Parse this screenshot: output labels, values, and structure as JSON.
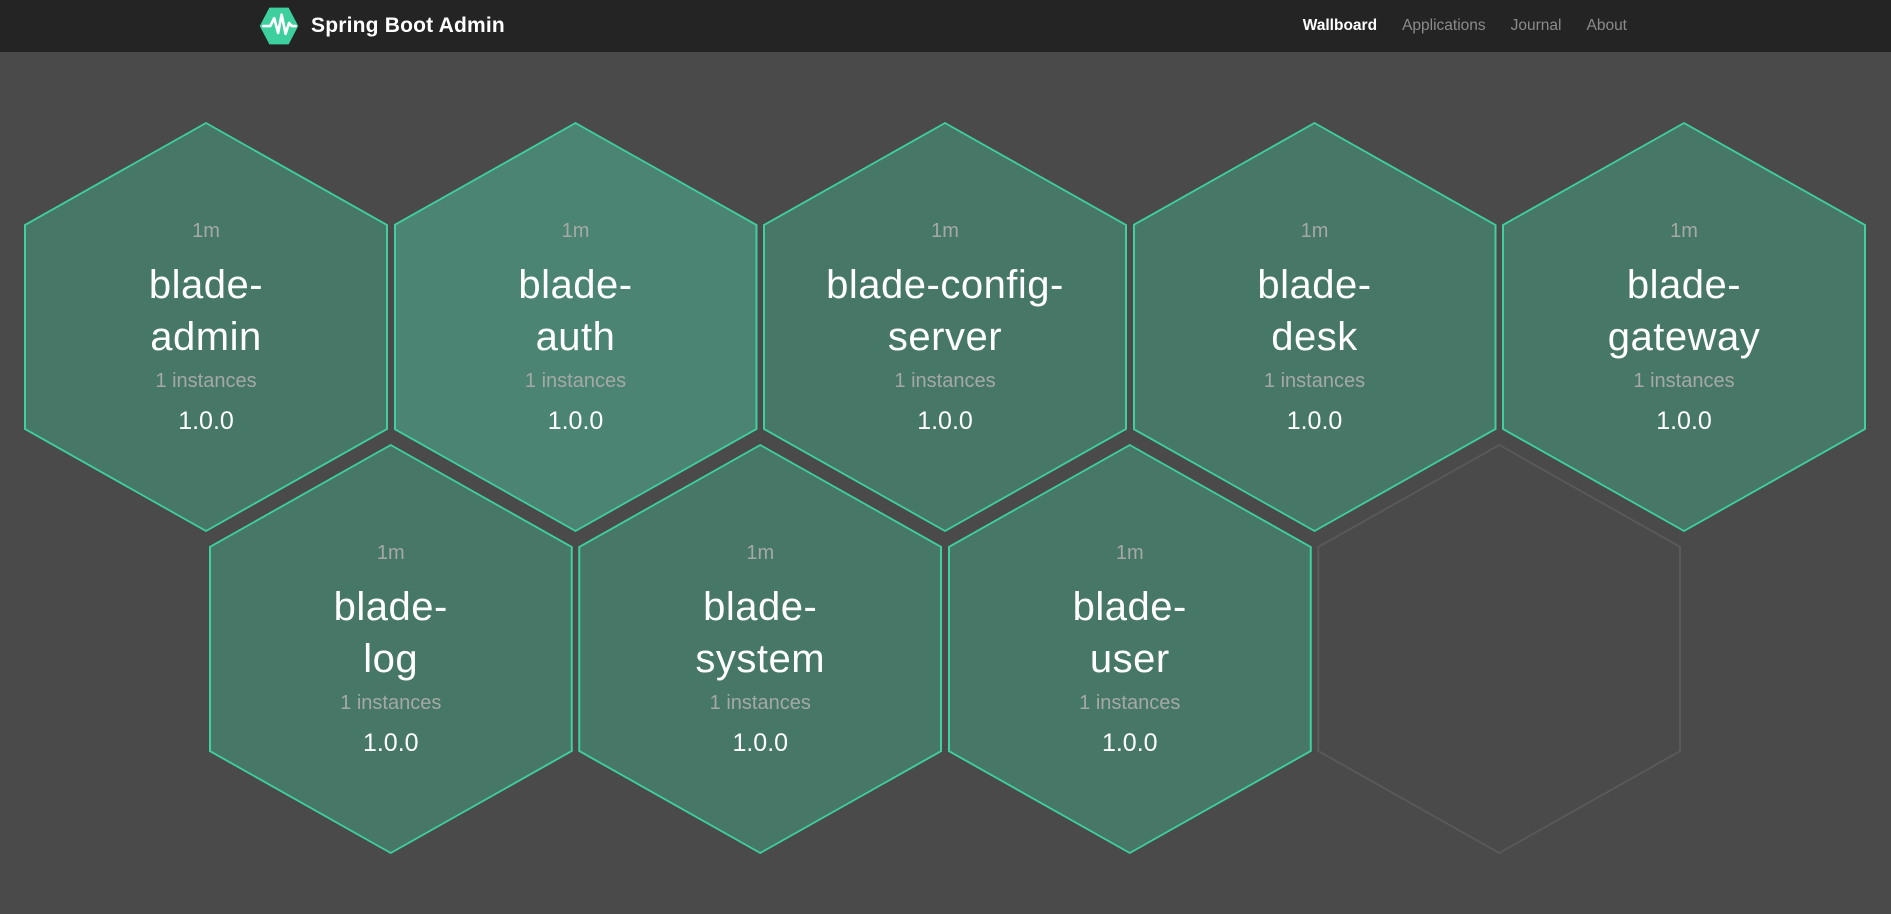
{
  "navbar": {
    "brand": "Spring Boot Admin",
    "items": [
      {
        "label": "Wallboard",
        "active": true
      },
      {
        "label": "Applications",
        "active": false
      },
      {
        "label": "Journal",
        "active": false
      },
      {
        "label": "About",
        "active": false
      }
    ]
  },
  "wallboard": {
    "applications": [
      {
        "name": "blade-\nadmin",
        "uptime": "1m",
        "instances": "1 instances",
        "version": "1.0.0",
        "status": "up",
        "highlight": false
      },
      {
        "name": "blade-\nauth",
        "uptime": "1m",
        "instances": "1 instances",
        "version": "1.0.0",
        "status": "up",
        "highlight": true
      },
      {
        "name": "blade-config-\nserver",
        "uptime": "1m",
        "instances": "1 instances",
        "version": "1.0.0",
        "status": "up",
        "highlight": false
      },
      {
        "name": "blade-\ndesk",
        "uptime": "1m",
        "instances": "1 instances",
        "version": "1.0.0",
        "status": "up",
        "highlight": false
      },
      {
        "name": "blade-\ngateway",
        "uptime": "1m",
        "instances": "1 instances",
        "version": "1.0.0",
        "status": "up",
        "highlight": false
      },
      {
        "name": "blade-\nlog",
        "uptime": "1m",
        "instances": "1 instances",
        "version": "1.0.0",
        "status": "up",
        "highlight": false
      },
      {
        "name": "blade-\nsystem",
        "uptime": "1m",
        "instances": "1 instances",
        "version": "1.0.0",
        "status": "up",
        "highlight": false
      },
      {
        "name": "blade-\nuser",
        "uptime": "1m",
        "instances": "1 instances",
        "version": "1.0.0",
        "status": "up",
        "highlight": false
      },
      {
        "placeholder": true
      }
    ]
  },
  "colors": {
    "navbar_bg": "#242424",
    "page_bg": "#4a4a4a",
    "hex_fill": "#477767",
    "hex_fill_highlight": "#4b8473",
    "hex_border": "#3ed0a0",
    "hex_empty_border": "#5a5a5a",
    "text_primary": "#ffffff",
    "text_secondary": "#a5a9a5",
    "nav_inactive": "#8b8b8b",
    "brand_green": "#3ecf9f"
  }
}
